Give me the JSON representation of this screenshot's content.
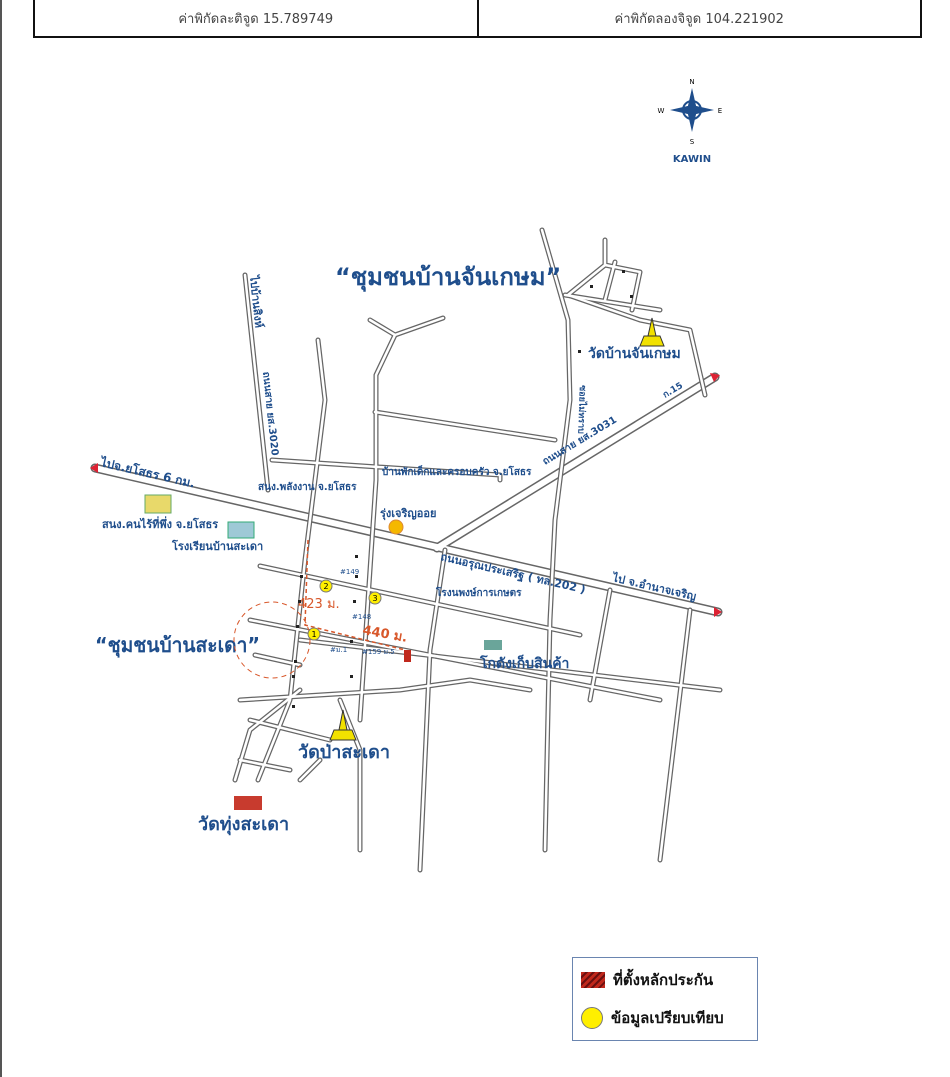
{
  "coordinates": {
    "latitude_label": "ค่าพิกัดละติจูด 15.789749",
    "longitude_label": "ค่าพิกัดลองจิจูด 104.221902"
  },
  "map": {
    "compass": {
      "n": "N",
      "s": "S",
      "e": "E",
      "w": "W",
      "brand": "KAWIN"
    },
    "community_north": "“ชุมชนบ้านจันเกษม”",
    "community_south": "“ชุมชนบ้านสะเดา”",
    "labels": {
      "to_yasothon": "ไปจ.ยโสธร 6 กม.",
      "to_amnat": "ไป จ.อำนาจเจริญ",
      "to_ban_sing": "ไปบ้านสิงห์",
      "road_3020": "ถนนสาย ยส.3020",
      "road_3031": "ถนนสาย ยส.3031",
      "road_km": "ก.15",
      "road_main": "ถนนอรุณประเสริฐ ( ทล.202 )",
      "soi": "ซอยไม่ทราบ",
      "energy_office": "สนง.พลังงาน จ.ยโสธร",
      "child_family": "บ้านพักเด็กและครอบครัว จ.ยโสธร",
      "gas_station": "รุ่งเจริญออย",
      "homeless_office": "สนง.คนไร้ที่พึ่ง จ.ยโสธร",
      "school": "โรงเรียนบ้านสะเดา",
      "rice_mill": "โรงนพงษ์การเกษตร",
      "warehouse": "โกดังเก็บสินค้า",
      "wat_chankasem": "วัดบ้านจันเกษม",
      "wat_pa_sadao": "วัดป่าสะเดา",
      "wat_thung_sadao": "วัดทุ่งสะเดา",
      "dist_423": "423 ม.",
      "dist_440": "440 ม.",
      "house_149": "#149",
      "house_148": "#148",
      "house_159": "#159 ม.5",
      "house_a": "#ม.1"
    },
    "comparables": [
      "1",
      "2",
      "3"
    ]
  },
  "legend": {
    "property_location": "ที่ตั้งหลักประกัน",
    "comparison_data": "ข้อมูลเปรียบเทียบ"
  },
  "colors": {
    "label": "#1f4e8c",
    "distance": "#d8572a",
    "comparable": "#ffef00",
    "property": "#c0281c"
  }
}
